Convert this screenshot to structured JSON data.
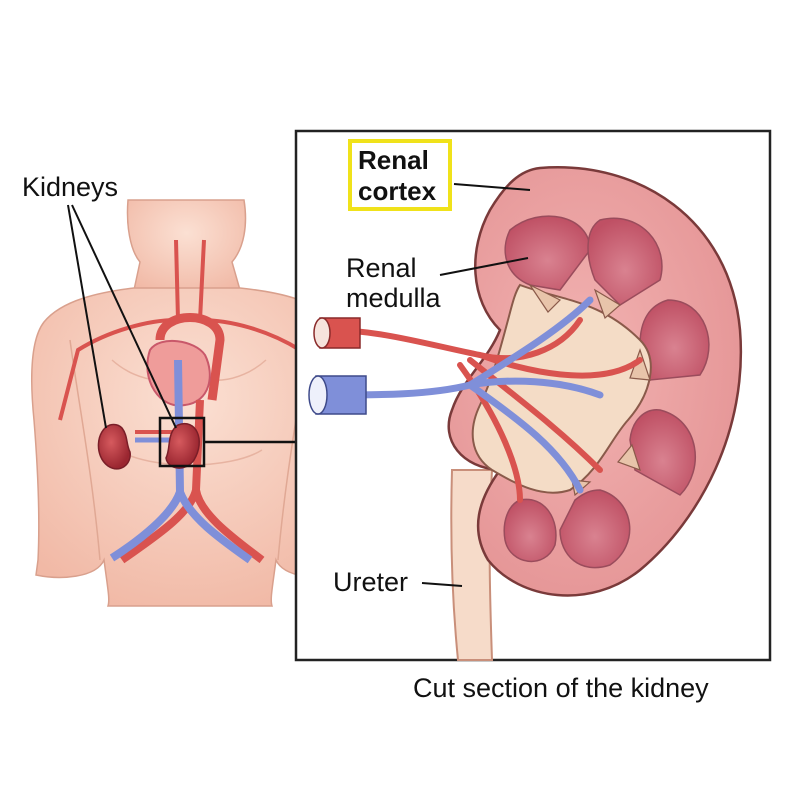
{
  "labels": {
    "kidneys": "Kidneys",
    "renal_cortex_line1": "Renal",
    "renal_cortex_line2": "cortex",
    "renal_medulla_line1": "Renal",
    "renal_medulla_line2": "medulla",
    "ureter": "Ureter"
  },
  "caption": "Cut section of the kidney",
  "colors": {
    "highlight_box": "#f0e21a",
    "skin": "#f6c7b4",
    "kidney_cortex": "#eba3a4",
    "kidney_medulla": "#c9586a",
    "artery": "#d9534f",
    "vein": "#7f8fd9",
    "pelvis": "#f4dcc6"
  }
}
